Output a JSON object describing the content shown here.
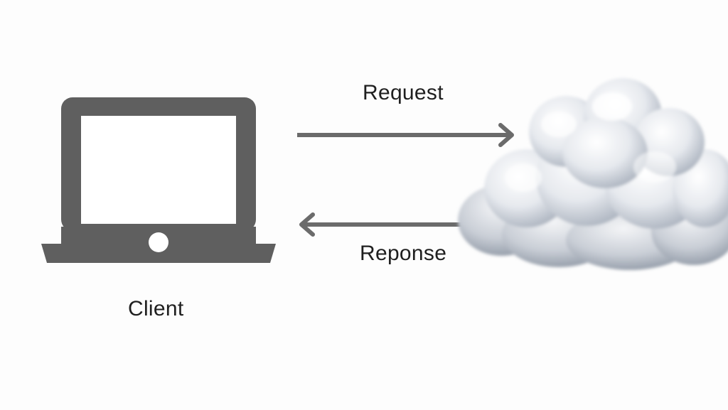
{
  "client": {
    "label": "Client",
    "icon": "laptop-icon"
  },
  "server": {
    "icon": "cloud-icon"
  },
  "request": {
    "label": "Request",
    "direction": "client-to-server"
  },
  "response": {
    "label": "Reponse",
    "direction": "server-to-client"
  },
  "colors": {
    "icon": "#5f5f5f",
    "arrow": "#6b6b6b",
    "text": "#1f1f1f",
    "background": "#fdfdfd"
  }
}
